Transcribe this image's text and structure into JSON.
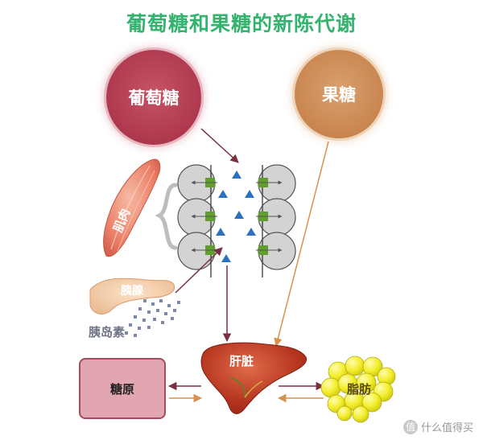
{
  "title": "葡萄糖和果糖的新陈代谢",
  "nodes": {
    "glucose": "葡萄糖",
    "fructose": "果糖",
    "muscle": "肌肉",
    "pancreas": "胰腺",
    "insulin": "胰岛素",
    "liver": "肝脏",
    "glycogen": "糖原",
    "fat": "脂肪"
  },
  "watermark": {
    "icon_text": "值",
    "text": "什么值得买"
  },
  "colors": {
    "title": "#33b36e",
    "glucose": "#b03a50",
    "fructose": "#ca8752",
    "glucose_arrow": "#7a3040",
    "fructose_arrow": "#d9904a",
    "liver": "#b5341f",
    "fat": "#f2ee2a",
    "glycogen_fill": "#e1a6b2"
  }
}
